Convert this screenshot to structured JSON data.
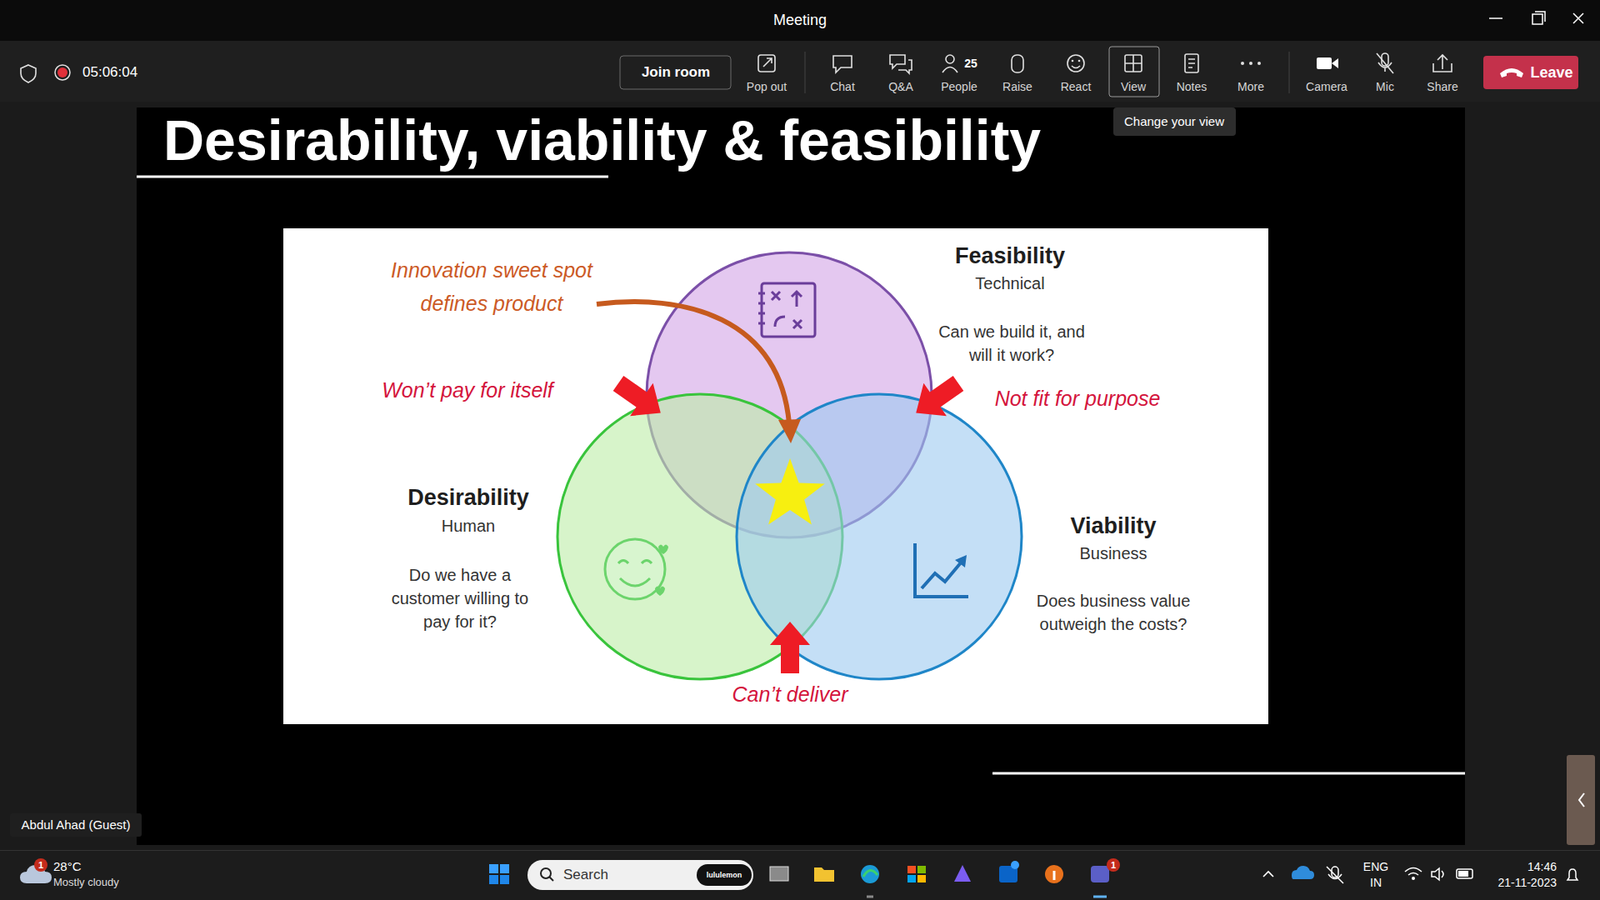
{
  "diagram": {
    "title": "Desirability, viability & feasibility",
    "nodes": [
      {
        "text": [
          "Feasibility",
          "Technical",
          "Can we build it, and will it work?"
        ]
      },
      {
        "text": [
          "Desirability",
          "Human",
          "Do we have a customer willing to pay for it?"
        ]
      },
      {
        "text": [
          "Viability",
          "Business",
          "Does business value outweigh the costs?"
        ]
      }
    ],
    "labels": [
      "Meeting",
      "05:06:04",
      "Join room",
      "Pop out",
      "Chat",
      "Q&A",
      "25",
      "People",
      "Raise",
      "React",
      "View",
      "Notes",
      "More",
      "Camera",
      "Mic",
      "Share",
      "Leave",
      "Change your view",
      "Innovation sweet spot defines product",
      "Won’t pay for itself",
      "Not fit for purpose",
      "Can’t deliver",
      "Abdul Ahad (Guest)",
      "1",
      "28°C",
      "Mostly cloudy",
      "Search",
      "lululemon",
      "1",
      "ENG",
      "IN",
      "14:46",
      "21-11-2023"
    ]
  }
}
